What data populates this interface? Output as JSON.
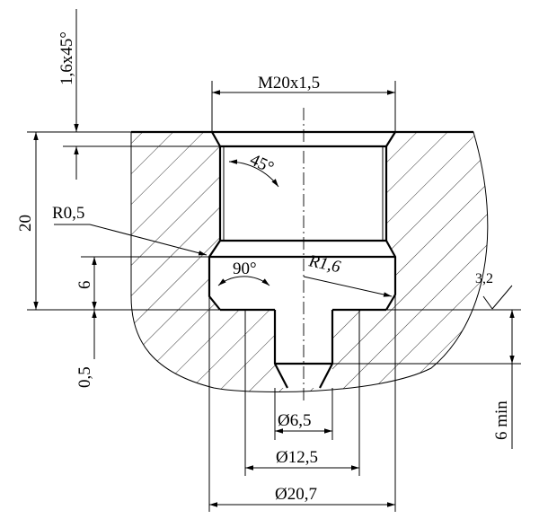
{
  "labels": {
    "chamfer": "1,6x45°",
    "thread": "M20x1,5",
    "angle_45": "45°",
    "depth_20": "20",
    "fillet_r05": "R0,5",
    "angle_90": "90°",
    "radius_r16": "R1,6",
    "depth_6": "6",
    "roughness": "3,2",
    "gap_05": "0,5",
    "min_6": "6 min",
    "dia_65": "Ø6,5",
    "dia_125": "Ø12,5",
    "dia_207": "Ø20,7"
  },
  "colors": {
    "ink": "#000000",
    "paper": "#ffffff"
  }
}
